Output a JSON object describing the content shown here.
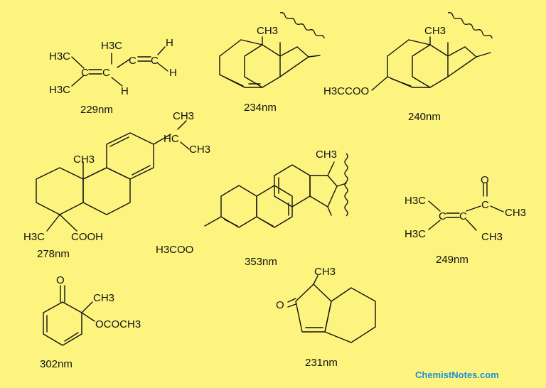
{
  "compounds": [
    {
      "wavelength": "229nm",
      "labels": {
        "a": "H3C",
        "b": "H3C",
        "c": "H3C",
        "d": "H",
        "e": "H",
        "f": "H",
        "g": "C",
        "h": "C",
        "i": "C",
        "j": "C"
      }
    },
    {
      "wavelength": "234nm",
      "labels": {
        "ch3": "CH3"
      }
    },
    {
      "wavelength": "240nm",
      "labels": {
        "ch3": "CH3",
        "ac": "H3CCOO"
      }
    },
    {
      "wavelength": "278nm",
      "labels": {
        "ch3": "CH3",
        "ch3b": "CH3",
        "ch3c": "CH3",
        "hc": "HC",
        "h3c": "H3C",
        "cooh": "COOH"
      }
    },
    {
      "wavelength": "353nm",
      "labels": {
        "ch3": "CH3",
        "ac": "H3COO"
      }
    },
    {
      "wavelength": "249nm",
      "labels": {
        "a": "H3C",
        "b": "H3C",
        "c": "CH3",
        "d": "CH3",
        "o": "O",
        "g": "C",
        "h": "C",
        "i": "C"
      }
    },
    {
      "wavelength": "302nm",
      "labels": {
        "o": "O",
        "ch3": "CH3",
        "ac": "OCOCH3"
      }
    },
    {
      "wavelength": "231nm",
      "labels": {
        "o": "O",
        "ch3": "CH3"
      }
    }
  ],
  "watermark": "ChemistNotes.com",
  "colors": {
    "background": "#fdf47f",
    "ink": "#111111",
    "watermark": "#1f8fd6"
  }
}
